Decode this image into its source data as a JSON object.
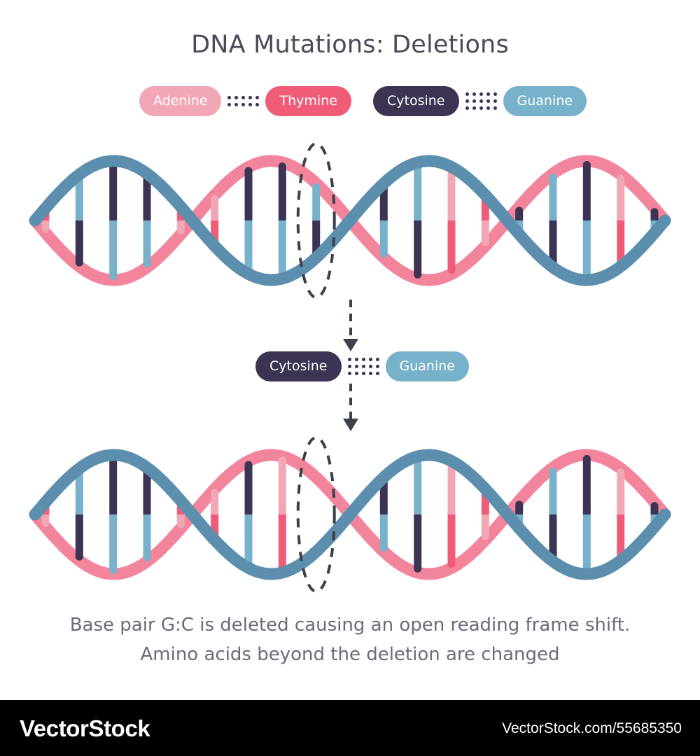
{
  "title": "DNA Mutations: Deletions",
  "legend": {
    "pairs": [
      {
        "left_label": "Adenine",
        "right_label": "Thymine",
        "left_color": "#f2a7b6",
        "right_color": "#f05c77",
        "bond_rows": 2,
        "bond_cols": 5
      },
      {
        "left_label": "Cytosine",
        "right_label": "Guanine",
        "left_color": "#3d3353",
        "right_color": "#78b1ca",
        "bond_rows": 3,
        "bond_cols": 5
      }
    ]
  },
  "mid_legend": {
    "left_label": "Cytosine",
    "right_label": "Guanine",
    "left_color": "#3d3353",
    "right_color": "#78b1ca",
    "bond_rows": 3,
    "bond_cols": 5
  },
  "caption": {
    "line1": "Base pair G:C is deleted causing an open reading frame shift.",
    "line2": "Amino acids beyond the deletion are changed"
  },
  "footer": {
    "brand": "VectorStock",
    "url": "VectorStock.com/55685350"
  },
  "colors": {
    "adenine": "#f2a7b6",
    "thymine": "#f05c77",
    "cytosine": "#3d3353",
    "guanine": "#78b1ca",
    "backbone_blue": "#5b8fad",
    "backbone_pink": "#f2859b",
    "dash": "#3d3f4a",
    "title_text": "#4a4a5a",
    "caption_text": "#6a6a7c",
    "footer_bg": "#000000",
    "background": "#ffffff"
  },
  "chart_data": {
    "type": "diagram",
    "title": "DNA Mutations: Deletions",
    "description": "Two DNA double-helix strands shown one above the other. The upper strand contains a G:C base pair highlighted inside a dashed oval; the lower strand shows that position empty after the deletion.",
    "highlight_index_top": 8,
    "highlight_index_bottom": 8,
    "helix_top": {
      "label": "original-strand",
      "rungs": [
        {
          "top": "thymine",
          "bottom": "adenine"
        },
        {
          "top": "guanine",
          "bottom": "cytosine"
        },
        {
          "top": "cytosine",
          "bottom": "guanine"
        },
        {
          "top": "cytosine",
          "bottom": "guanine"
        },
        {
          "top": "thymine",
          "bottom": "adenine"
        },
        {
          "top": "adenine",
          "bottom": "thymine"
        },
        {
          "top": "cytosine",
          "bottom": "guanine"
        },
        {
          "top": "cytosine",
          "bottom": "guanine"
        },
        {
          "top": "guanine",
          "bottom": "cytosine"
        },
        {
          "top": "thymine",
          "bottom": "adenine"
        },
        {
          "top": "cytosine",
          "bottom": "guanine"
        },
        {
          "top": "guanine",
          "bottom": "cytosine"
        },
        {
          "top": "adenine",
          "bottom": "thymine"
        },
        {
          "top": "thymine",
          "bottom": "adenine"
        },
        {
          "top": "cytosine",
          "bottom": "guanine"
        },
        {
          "top": "guanine",
          "bottom": "cytosine"
        },
        {
          "top": "cytosine",
          "bottom": "guanine"
        },
        {
          "top": "adenine",
          "bottom": "thymine"
        },
        {
          "top": "cytosine",
          "bottom": "guanine"
        }
      ]
    },
    "helix_bottom": {
      "label": "mutated-strand",
      "rungs": [
        {
          "top": "thymine",
          "bottom": "adenine"
        },
        {
          "top": "guanine",
          "bottom": "cytosine"
        },
        {
          "top": "cytosine",
          "bottom": "guanine"
        },
        {
          "top": "cytosine",
          "bottom": "guanine"
        },
        {
          "top": "thymine",
          "bottom": "adenine"
        },
        {
          "top": "adenine",
          "bottom": "thymine"
        },
        {
          "top": "cytosine",
          "bottom": "guanine"
        },
        {
          "top": "adenine",
          "bottom": "thymine"
        },
        {
          "top": "deleted",
          "bottom": "deleted"
        },
        {
          "top": "thymine",
          "bottom": "adenine"
        },
        {
          "top": "cytosine",
          "bottom": "guanine"
        },
        {
          "top": "guanine",
          "bottom": "cytosine"
        },
        {
          "top": "adenine",
          "bottom": "thymine"
        },
        {
          "top": "thymine",
          "bottom": "adenine"
        },
        {
          "top": "cytosine",
          "bottom": "guanine"
        },
        {
          "top": "guanine",
          "bottom": "cytosine"
        },
        {
          "top": "cytosine",
          "bottom": "guanine"
        },
        {
          "top": "adenine",
          "bottom": "thymine"
        },
        {
          "top": "cytosine",
          "bottom": "guanine"
        }
      ]
    }
  }
}
